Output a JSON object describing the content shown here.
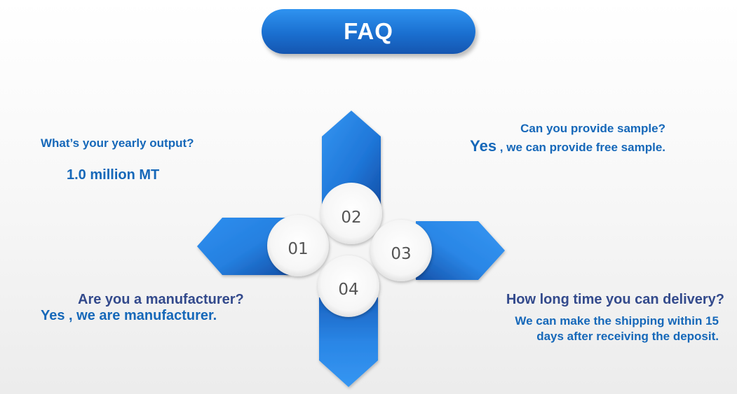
{
  "header": {
    "title": "FAQ"
  },
  "colors": {
    "arrow_light": "#2e8ff0",
    "arrow_dark": "#1450a8",
    "question_dark": "#334a8c",
    "answer_blue": "#1668b9"
  },
  "steps": [
    "01",
    "02",
    "03",
    "04"
  ],
  "faq": {
    "yearly_output": {
      "question": "What’s your yearly output?",
      "answer": "1.0 million MT"
    },
    "sample": {
      "question": "Can you provide sample?",
      "answer_lead": "Yes",
      "answer_rest": " , we can provide free sample."
    },
    "manufacturer": {
      "question": "Are you a manufacturer?",
      "answer": "Yes , we are manufacturer."
    },
    "delivery": {
      "question": "How long time you can delivery?",
      "answer_line1": "We can make the shipping within 15",
      "answer_line2": "days after receiving the deposit."
    }
  }
}
